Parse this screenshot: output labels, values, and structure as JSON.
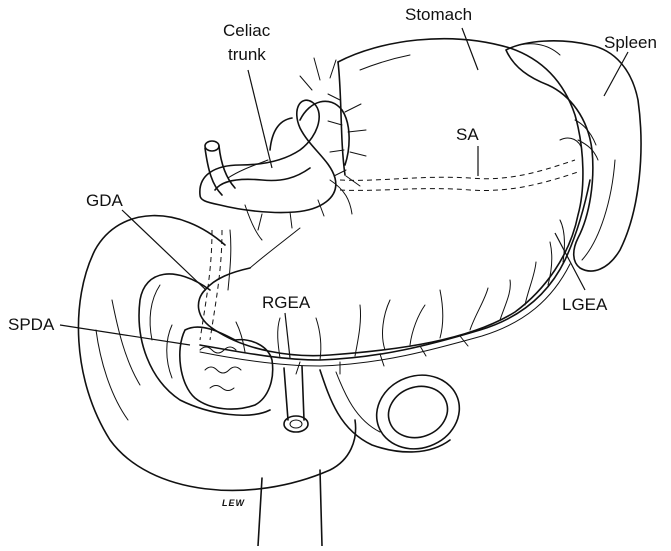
{
  "labels": {
    "celiac_line1": "Celiac",
    "celiac_line2": "trunk",
    "stomach": "Stomach",
    "spleen": "Spleen",
    "sa": "SA",
    "gda": "GDA",
    "spda": "SPDA",
    "rgea": "RGEA",
    "lgea": "LGEA"
  },
  "signature": "LEW"
}
